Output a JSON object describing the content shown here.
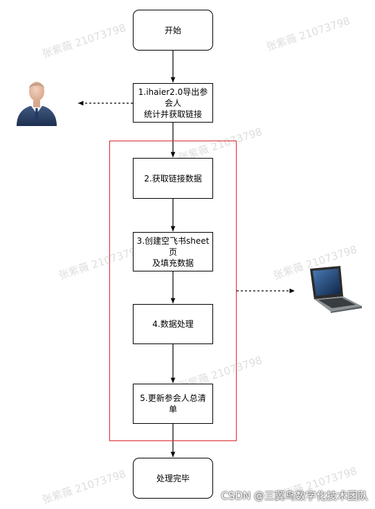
{
  "flowchart": {
    "nodes": [
      {
        "id": "start",
        "label": "开始",
        "shape": "rounded"
      },
      {
        "id": "s1",
        "label": "1.ihaier2.0导出参会人\n统计并获取链接",
        "shape": "rect"
      },
      {
        "id": "s2",
        "label": "2.获取链接数据",
        "shape": "rect"
      },
      {
        "id": "s3",
        "label": "3.创建空飞书sheet页\n及填充数据",
        "shape": "rect"
      },
      {
        "id": "s4",
        "label": "4.数据处理",
        "shape": "rect"
      },
      {
        "id": "s5",
        "label": "5.更新参会人总清单",
        "shape": "rect"
      },
      {
        "id": "end",
        "label": "处理完毕",
        "shape": "rounded"
      }
    ],
    "edges": [
      {
        "from": "start",
        "to": "s1",
        "style": "solid"
      },
      {
        "from": "s1",
        "to": "s2",
        "style": "solid"
      },
      {
        "from": "s2",
        "to": "s3",
        "style": "solid"
      },
      {
        "from": "s3",
        "to": "s4",
        "style": "solid"
      },
      {
        "from": "s4",
        "to": "s5",
        "style": "solid"
      },
      {
        "from": "s5",
        "to": "end",
        "style": "solid"
      },
      {
        "from": "s1",
        "to": "user-figure",
        "style": "dashed"
      },
      {
        "from": "automation-group",
        "to": "laptop",
        "style": "dashed"
      }
    ],
    "group_border_color": "#d9282f",
    "icons": [
      "businessman-icon",
      "laptop-icon"
    ]
  },
  "watermark": {
    "text": "张紫薇 21073798"
  },
  "credit": "CSDN @三翼鸟数字化技术团队"
}
